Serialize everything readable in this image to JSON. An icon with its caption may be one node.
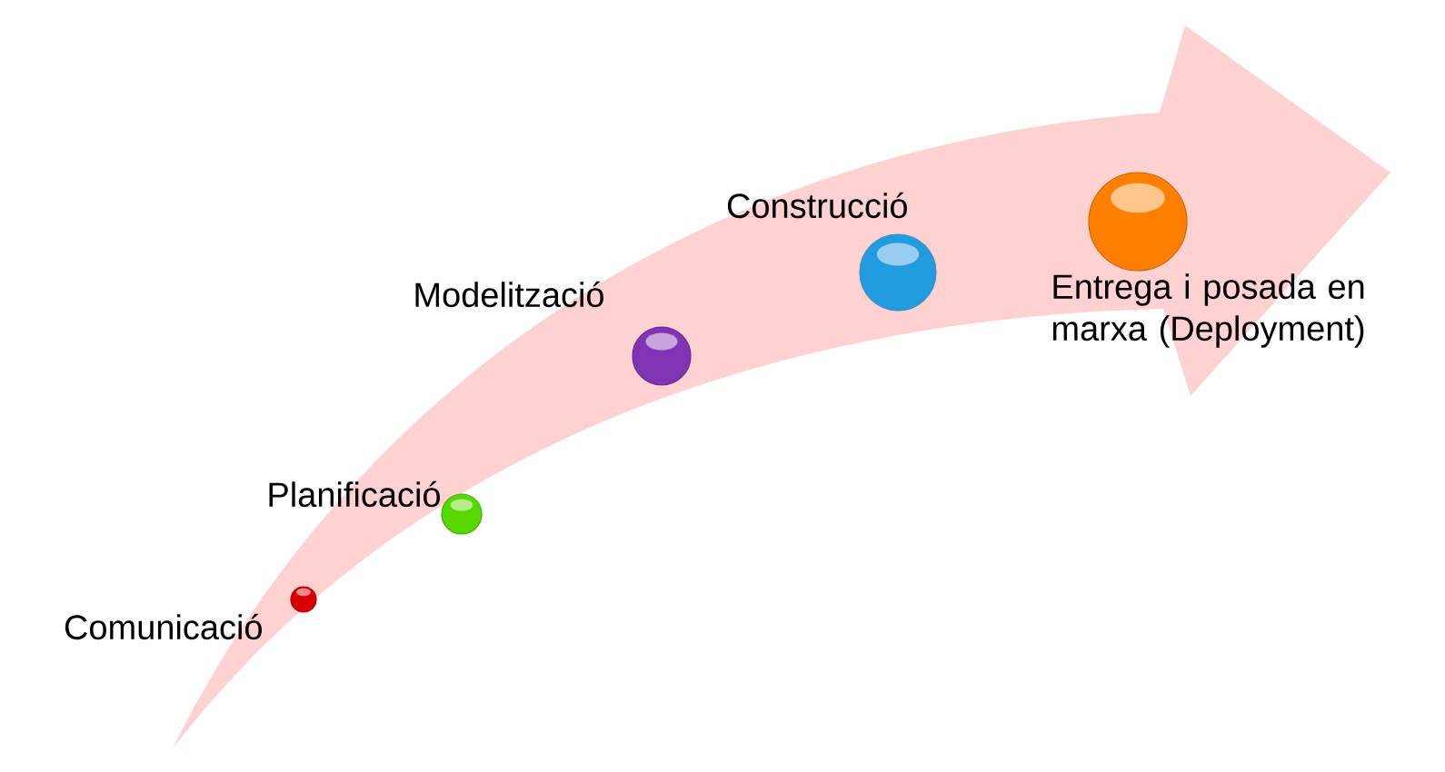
{
  "diagram": {
    "nodes": [
      {
        "text": [],
        "shape": "circle",
        "beside": [
          "Comunicació"
        ]
      },
      {
        "text": [],
        "shape": "circle",
        "beside": [
          "Planificació"
        ]
      },
      {
        "text": [],
        "shape": "circle",
        "beside": [
          "Modelització"
        ]
      },
      {
        "text": [],
        "shape": "circle",
        "beside": [
          "Construcció"
        ]
      },
      {
        "text": [],
        "shape": "circle",
        "beside": [
          "Entrega i posada en marxa (Deployment)"
        ]
      }
    ]
  }
}
